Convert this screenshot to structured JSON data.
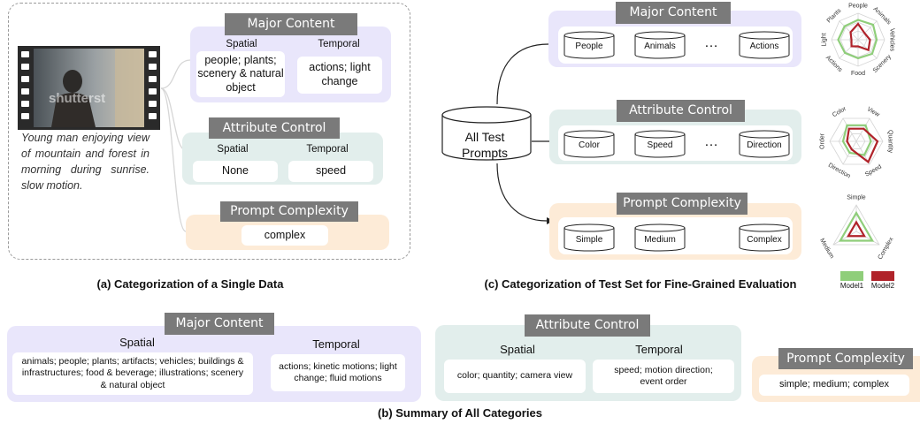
{
  "panel_a": {
    "major_content": {
      "title": "Major Content",
      "spatial_label": "Spatial",
      "temporal_label": "Temporal",
      "spatial_value": "people; plants; scenery & natural object",
      "temporal_value": "actions; light change"
    },
    "attribute_control": {
      "title": "Attribute Control",
      "spatial_label": "Spatial",
      "temporal_label": "Temporal",
      "spatial_value": "None",
      "temporal_value": "speed"
    },
    "prompt_complexity": {
      "title": "Prompt Complexity",
      "value": "complex"
    },
    "prompt_text": "Young man enjoying view of mountain and forest in morning during sunrise. slow motion.",
    "watermark": "shutterst",
    "caption": "(a) Categorization of a Single Data"
  },
  "panel_b": {
    "major_content": {
      "title": "Major Content",
      "spatial_label": "Spatial",
      "temporal_label": "Temporal",
      "spatial_value": "animals; people; plants; artifacts; vehicles; buildings & infrastructures; food & beverage; illustrations; scenery & natural object",
      "temporal_value": "actions; kinetic motions; light change; fluid motions"
    },
    "attribute_control": {
      "title": "Attribute Control",
      "spatial_label": "Spatial",
      "temporal_label": "Temporal",
      "spatial_value": "color; quantity; camera view",
      "temporal_value": "speed; motion direction; event order"
    },
    "prompt_complexity": {
      "title": "Prompt Complexity",
      "value": "simple; medium; complex"
    },
    "caption": "(b) Summary of All Categories"
  },
  "panel_c": {
    "source": "All Test Prompts",
    "ellipsis": "…",
    "major_content": {
      "title": "Major Content",
      "items": [
        "People",
        "Animals",
        "Actions"
      ]
    },
    "attribute_control": {
      "title": "Attribute Control",
      "items": [
        "Color",
        "Speed",
        "Direction"
      ]
    },
    "prompt_complexity": {
      "title": "Prompt Complexity",
      "items": [
        "Simple",
        "Medium",
        "Complex"
      ]
    },
    "caption": "(c) Categorization of Test Set for Fine-Grained Evaluation",
    "radar_major": {
      "axes": [
        "People",
        "Animals",
        "Vehicles",
        "Scenery",
        "Food",
        "Actions",
        "Light",
        "Plants"
      ]
    },
    "radar_attr": {
      "axes": [
        "View",
        "Quantity",
        "Speed",
        "Direction",
        "Order",
        "Color"
      ]
    },
    "radar_complex": {
      "axes": [
        "Simple",
        "Complex",
        "Medium"
      ]
    },
    "legend": [
      {
        "name": "Model1",
        "color": "#8fce7a"
      },
      {
        "name": "Model2",
        "color": "#b0232a"
      }
    ]
  }
}
